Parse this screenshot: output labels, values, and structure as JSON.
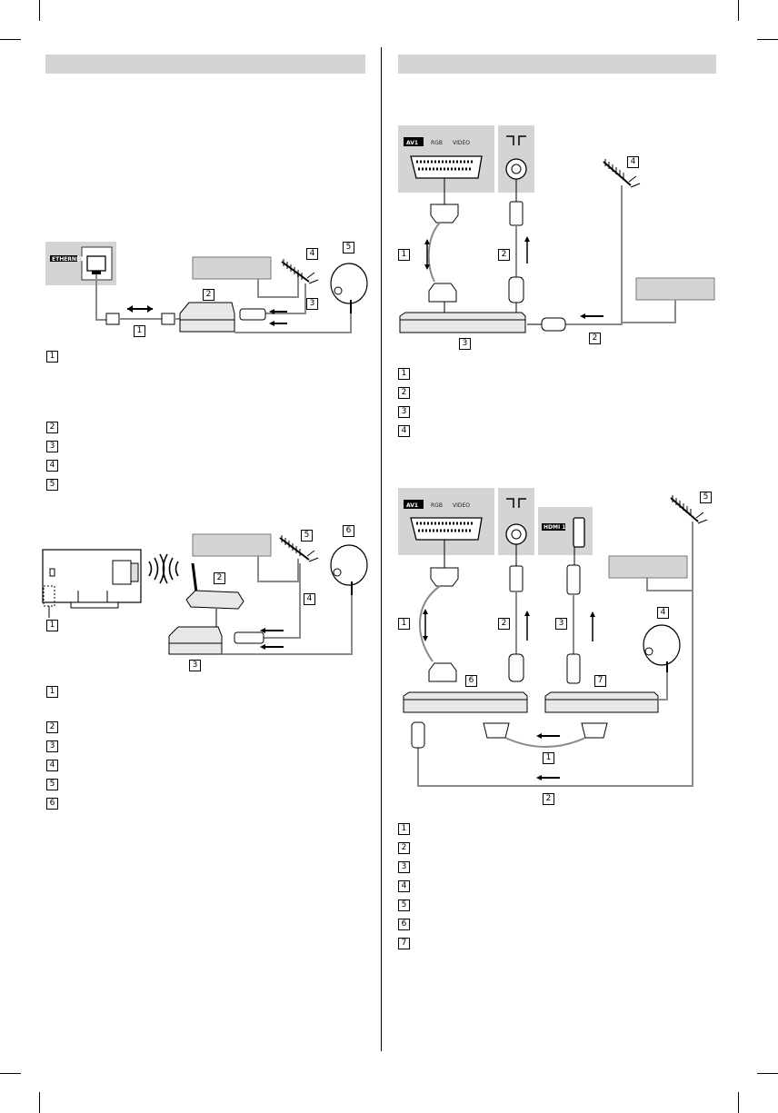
{
  "colors": {
    "section_bar": "#d4d4d4",
    "panel": "#d4d4d4",
    "cable": "#8a8a8a",
    "ink": "#000000"
  },
  "panel_labels": {
    "ethernet": "ETHERNET",
    "av1": "AV1",
    "rgb": "RGB",
    "video": "VIDEO",
    "hdmi1": "HDMI 1"
  },
  "left_top": {
    "diagram_numbers": [
      "1",
      "2",
      "3",
      "4",
      "5"
    ],
    "legend_numbers": [
      "1",
      "2",
      "3",
      "4",
      "5"
    ]
  },
  "left_bottom": {
    "diagram_numbers": [
      "1",
      "2",
      "3",
      "4",
      "5",
      "6"
    ],
    "legend_numbers": [
      "1",
      "2",
      "3",
      "4",
      "5",
      "6"
    ]
  },
  "right_top": {
    "diagram_numbers": [
      "1",
      "2",
      "3",
      "4",
      "2"
    ],
    "legend_numbers": [
      "1",
      "2",
      "3",
      "4"
    ]
  },
  "right_bottom": {
    "diagram_numbers": [
      "1",
      "2",
      "3",
      "4",
      "5",
      "6",
      "7",
      "1",
      "2"
    ],
    "legend_numbers": [
      "1",
      "2",
      "3",
      "4",
      "5",
      "6",
      "7"
    ]
  }
}
